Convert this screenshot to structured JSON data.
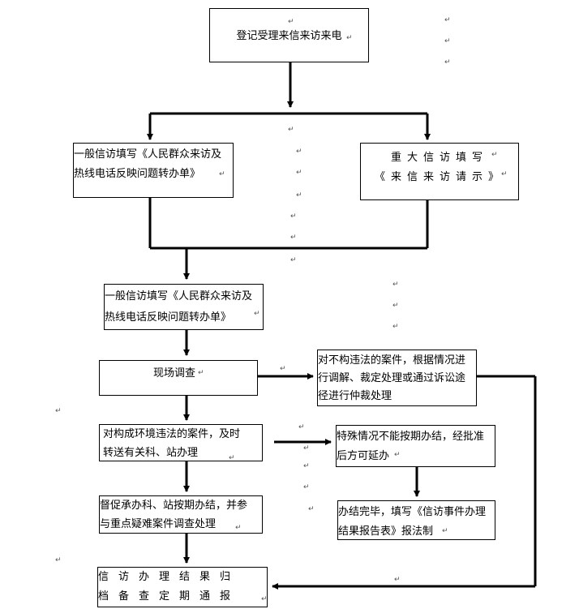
{
  "boxes": {
    "register": {
      "lines": [
        "登记受理来信来访来电"
      ]
    },
    "general_top": {
      "lines": [
        "一般信访填写《人民群众来访及",
        "热线电话反映问题转办单》"
      ]
    },
    "major": {
      "lines": [
        "重大信访填写",
        "《来信来访请示》"
      ]
    },
    "general_mid": {
      "lines": [
        "一般信访填写《人民群众来访及",
        "热线电话反映问题转办单》"
      ]
    },
    "site_survey": {
      "lines": [
        "现场调查"
      ]
    },
    "non_violation": {
      "lines": [
        "对不构违法的案件，根据情况进",
        "行调解、裁定处理或通过诉讼途",
        "径进行仲裁处理"
      ]
    },
    "violation": {
      "lines": [
        "对构成环境违法的案件，及时",
        "转送有关科、站办理"
      ]
    },
    "special": {
      "lines": [
        "特殊情况不能按期办结，经批准",
        "后方可延办"
      ]
    },
    "supervise": {
      "lines": [
        "督促承办科、站按期办结，并参",
        "与重点疑难案件调查处理"
      ]
    },
    "complete": {
      "lines": [
        "办结完毕，填写《信访事件办理",
        "结果报告表》报法制"
      ]
    },
    "archive": {
      "lines": [
        "信访办理结果归",
        "档备查定期通报"
      ]
    }
  },
  "paragraph_mark": "↵"
}
